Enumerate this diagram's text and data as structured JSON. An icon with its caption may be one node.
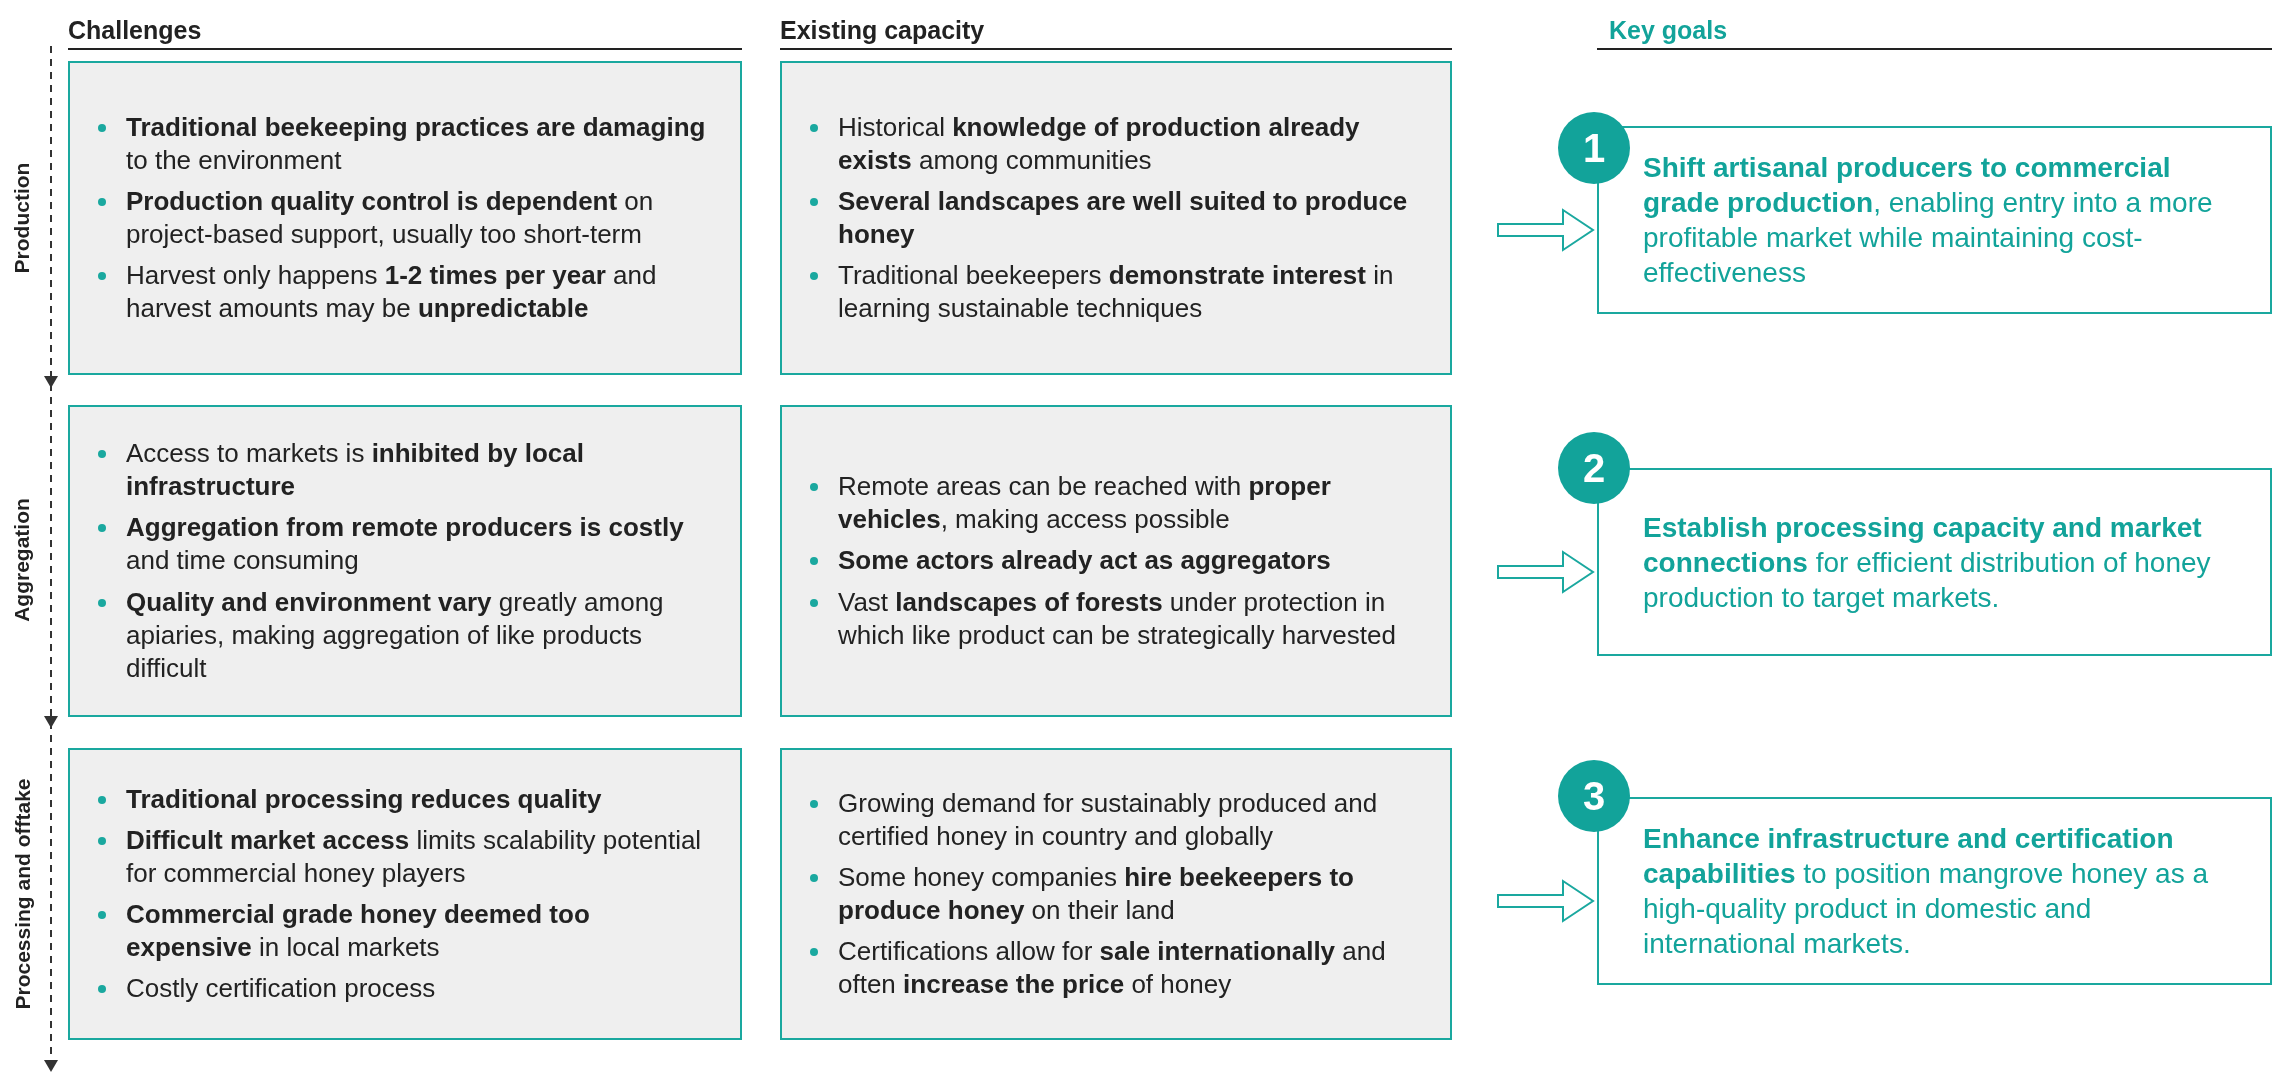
{
  "diagram": {
    "nodes": [
      {
        "text": [
          "**Traditional beekeeping practices are damaging** to the environment",
          "**Production quality control is dependent** on project-based support, usually too short-term",
          "Harvest only happens **1-2 times per year** and harvest amounts may be **unpredictable**"
        ]
      },
      {
        "text": [
          "Historical **knowledge of production already exists** among communities",
          "**Several landscapes are well suited to produce honey**",
          "Traditional beekeepers **demonstrate interest** in learning sustainable techniques"
        ]
      },
      {
        "text": [
          "1"
        ]
      },
      {
        "text": [
          "**Shift artisanal producers to commercial grade production**, enabling entry into a more profitable market while maintaining cost-effectiveness"
        ]
      },
      {
        "text": [
          "Access to markets is **inhibited by local infrastructure**",
          "**Aggregation from remote producers is costly** and time consuming",
          "**Quality and environment vary** greatly among apiaries, making aggregation of like products difficult"
        ]
      },
      {
        "text": [
          "Remote areas can be reached with **proper vehicles**, making access possible",
          "**Some actors already act as aggregators**",
          "Vast **landscapes of forests** under protection in which like product can be strategically harvested"
        ]
      },
      {
        "text": [
          "2"
        ]
      },
      {
        "text": [
          "**Establish processing capacity and market connections** for efficient distribution of honey production to target markets."
        ]
      },
      {
        "text": [
          "**Traditional processing reduces quality**",
          "**Difficult market access** limits scalability potential for commercial honey players",
          "**Commercial grade honey deemed too expensive** in local markets",
          "Costly certification process"
        ]
      },
      {
        "text": [
          "Growing demand for sustainably produced and certified honey in country and globally",
          "Some honey companies **hire beekeepers to produce honey** on their land",
          "Certifications allow for **sale internationally** and often **increase the price** of honey"
        ]
      },
      {
        "text": [
          "3"
        ]
      },
      {
        "text": [
          "**Enhance infrastructure and certification capabilities** to position mangrove honey as a high-quality product in domestic and international markets."
        ]
      }
    ],
    "edges": [
      {
        "from": 1,
        "to": 3,
        "arrow": "to"
      },
      {
        "from": 5,
        "to": 7,
        "arrow": "to"
      },
      {
        "from": 9,
        "to": 11,
        "arrow": "to"
      }
    ],
    "labels": [
      "Challenges",
      "Existing capacity",
      "Key goals",
      "Production",
      "Aggregation",
      "Processing and offtake"
    ]
  }
}
